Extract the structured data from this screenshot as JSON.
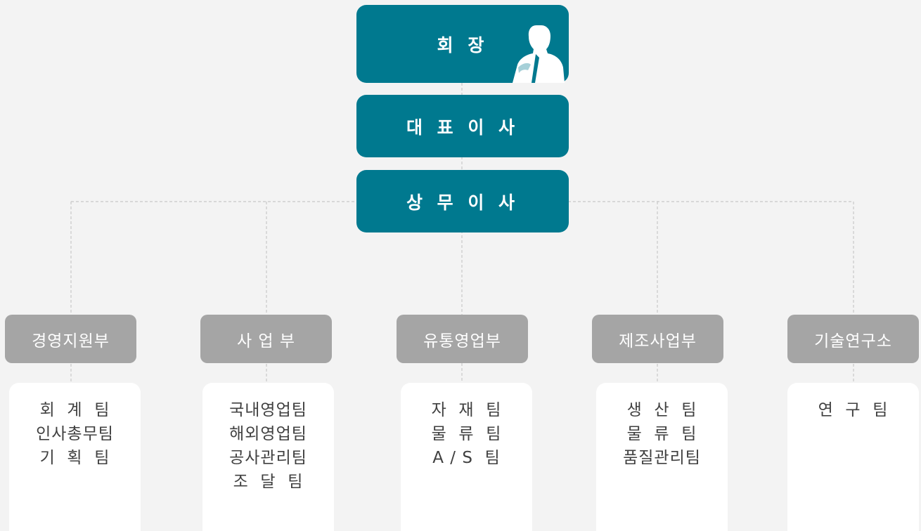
{
  "executives": {
    "chairman": "회 장",
    "ceo": "대 표 이 사",
    "managing_director": "상 무 이 사"
  },
  "departments": [
    {
      "name": "경영지원부",
      "teams": [
        "회  계  팀",
        "인사총무팀",
        "기  획  팀"
      ]
    },
    {
      "name": "사  업  부",
      "teams": [
        "국내영업팀",
        "해외영업팀",
        "공사관리팀",
        "조  달  팀"
      ]
    },
    {
      "name": "유통영업부",
      "teams": [
        "자  재  팀",
        "물  류  팀",
        "A / S  팀"
      ]
    },
    {
      "name": "제조사업부",
      "teams": [
        "생  산  팀",
        "물  류  팀",
        "품질관리팀"
      ]
    },
    {
      "name": "기술연구소",
      "teams": [
        "연  구  팀"
      ]
    }
  ],
  "colors": {
    "executive_box": "#00798f",
    "department_box": "#a5a5a5",
    "team_box": "#ffffff",
    "connector": "#c8c8c8",
    "background": "#f3f3f3"
  },
  "icons": {
    "chairman": "businessman-silhouette-icon"
  }
}
